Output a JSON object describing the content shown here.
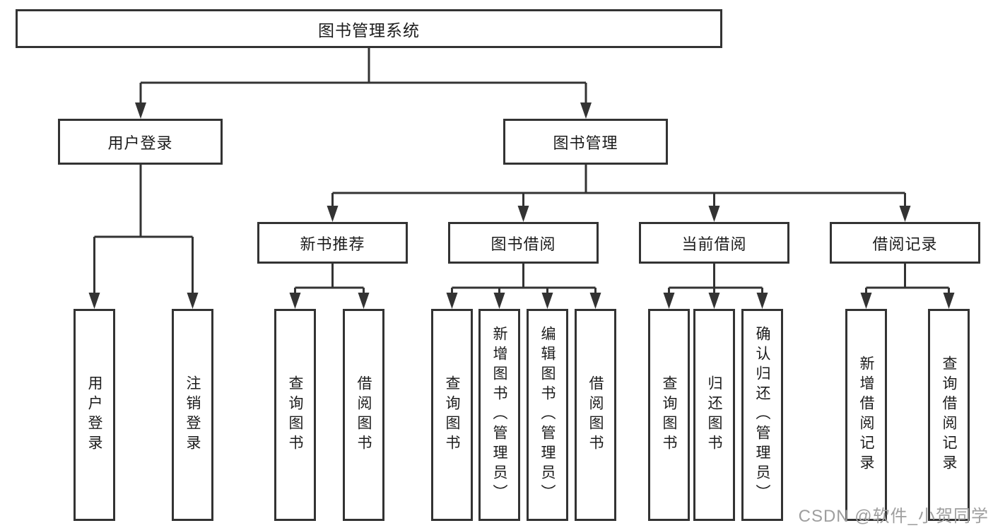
{
  "diagram": {
    "root": {
      "label": "图书管理系统"
    },
    "level2": {
      "user_login": {
        "label": "用户登录"
      },
      "book_mgmt": {
        "label": "图书管理"
      }
    },
    "level3": {
      "new_books": {
        "label": "新书推荐"
      },
      "book_borrow": {
        "label": "图书借阅"
      },
      "current_borrow": {
        "label": "当前借阅"
      },
      "borrow_records": {
        "label": "借阅记录"
      }
    },
    "leaves": {
      "user_login_children": [
        "用户登录",
        "注销登录"
      ],
      "new_books_children": [
        "查询图书",
        "借阅图书"
      ],
      "book_borrow_children": [
        "查询图书",
        "新增图书（管理员）",
        "编辑图书（管理员）",
        "借阅图书"
      ],
      "current_borrow_children": [
        "查询图书",
        "归还图书",
        "确认归还（管理员）"
      ],
      "borrow_records_children": [
        "新增借阅记录",
        "查询借阅记录"
      ]
    },
    "colors": {
      "line": "#333333",
      "border": "#333333",
      "text": "#1c1c1c",
      "background": "#ffffff",
      "watermark": "#9e9e9e"
    }
  },
  "watermark": {
    "text": "CSDN @软件_小贺同学"
  }
}
